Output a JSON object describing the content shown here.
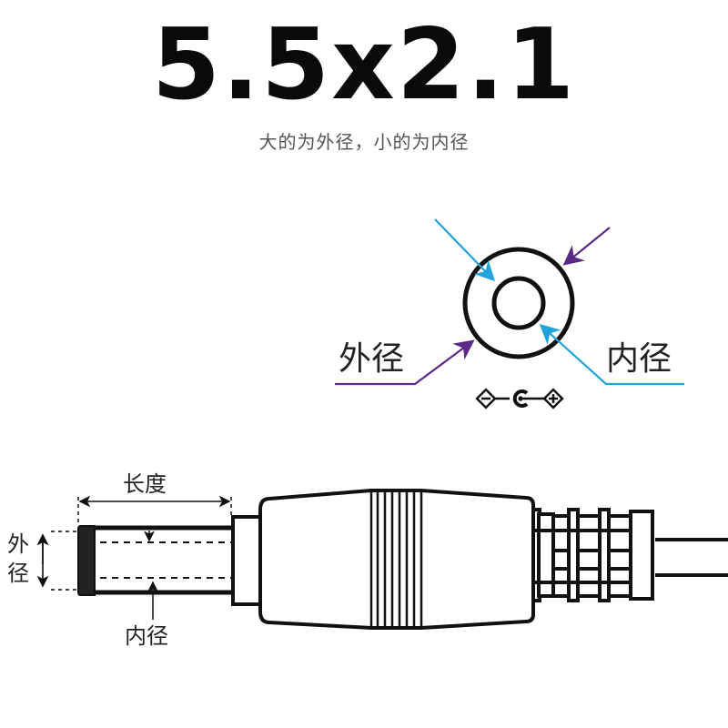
{
  "header": {
    "title": "5.5x2.1",
    "subtitle": "大的为外径，小的为内径"
  },
  "end_view": {
    "outer_label": "外径",
    "inner_label": "内径",
    "outer_arrow_color": "#5b2a86",
    "inner_arrow_color": "#1fa4dc",
    "polarity_symbol": "center-positive (− ◎ +)"
  },
  "side_view": {
    "length_label": "长度",
    "outer_label_line1": "外",
    "outer_label_line2": "径",
    "inner_label": "内径"
  },
  "colors": {
    "ink": "#111111",
    "outer_arrow": "#5b2a86",
    "inner_arrow": "#1fa4dc",
    "subtitle": "#555555"
  }
}
